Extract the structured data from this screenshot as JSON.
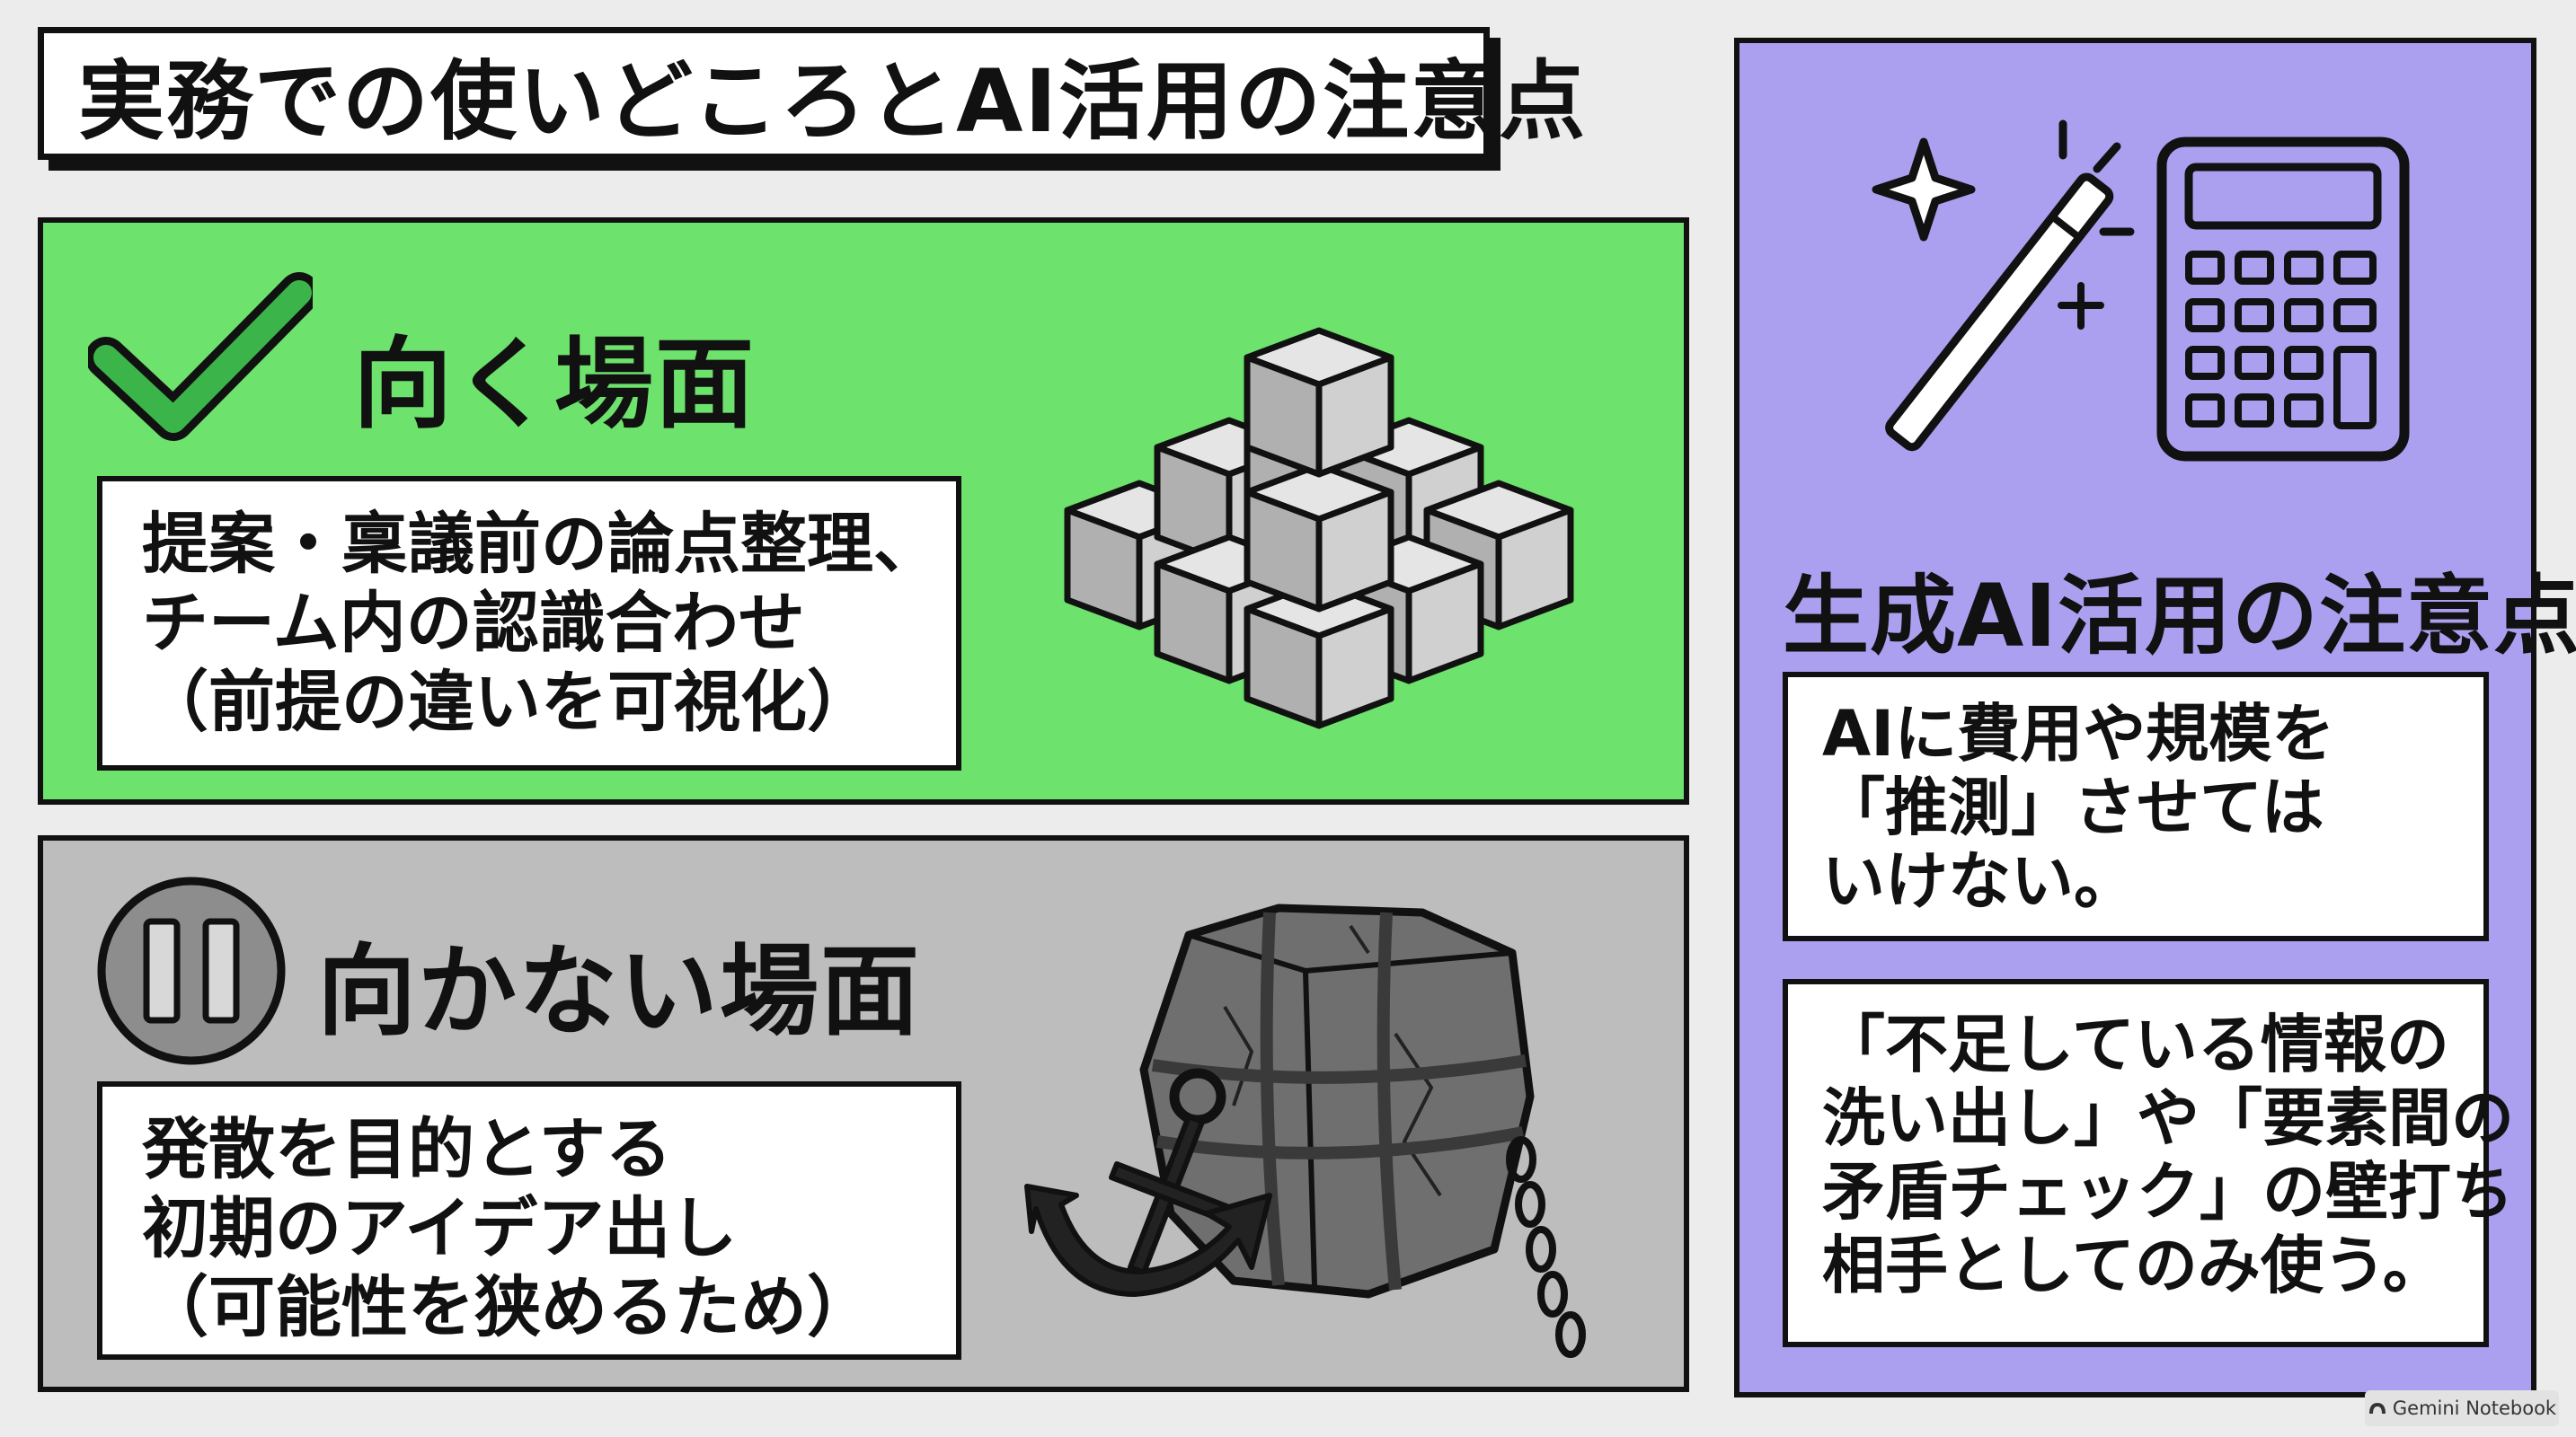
{
  "title": "実務での使いどころとAI活用の注意点",
  "suitable": {
    "heading": "向く場面",
    "lines": [
      "提案・稟議前の論点整理、",
      "チーム内の認識合わせ",
      "（前提の違いを可視化）"
    ]
  },
  "unsuitable": {
    "heading": "向かない場面",
    "lines": [
      "発散を目的とする",
      "初期のアイデア出し",
      "（可能性を狭めるため）"
    ]
  },
  "ai_caution": {
    "heading": "生成AI活用の注意点",
    "note1": [
      "AIに費用や規模を",
      "「推測」させては",
      "いけない。"
    ],
    "note2": [
      "「不足している情報の",
      "洗い出し」や「要素間の",
      "矛盾チェック」の壁打ち",
      "相手としてのみ使う。"
    ]
  },
  "watermark": "Gemini Notebook",
  "colors": {
    "green_panel": "#6de26c",
    "gray_panel": "#bdbdbd",
    "purple_panel": "#ab9ff0",
    "check_green": "#3bb54a"
  },
  "icons": [
    "check-icon",
    "pause-icon",
    "cubes-icon",
    "rock-anchor-icon",
    "magic-wand-icon",
    "calculator-icon"
  ]
}
